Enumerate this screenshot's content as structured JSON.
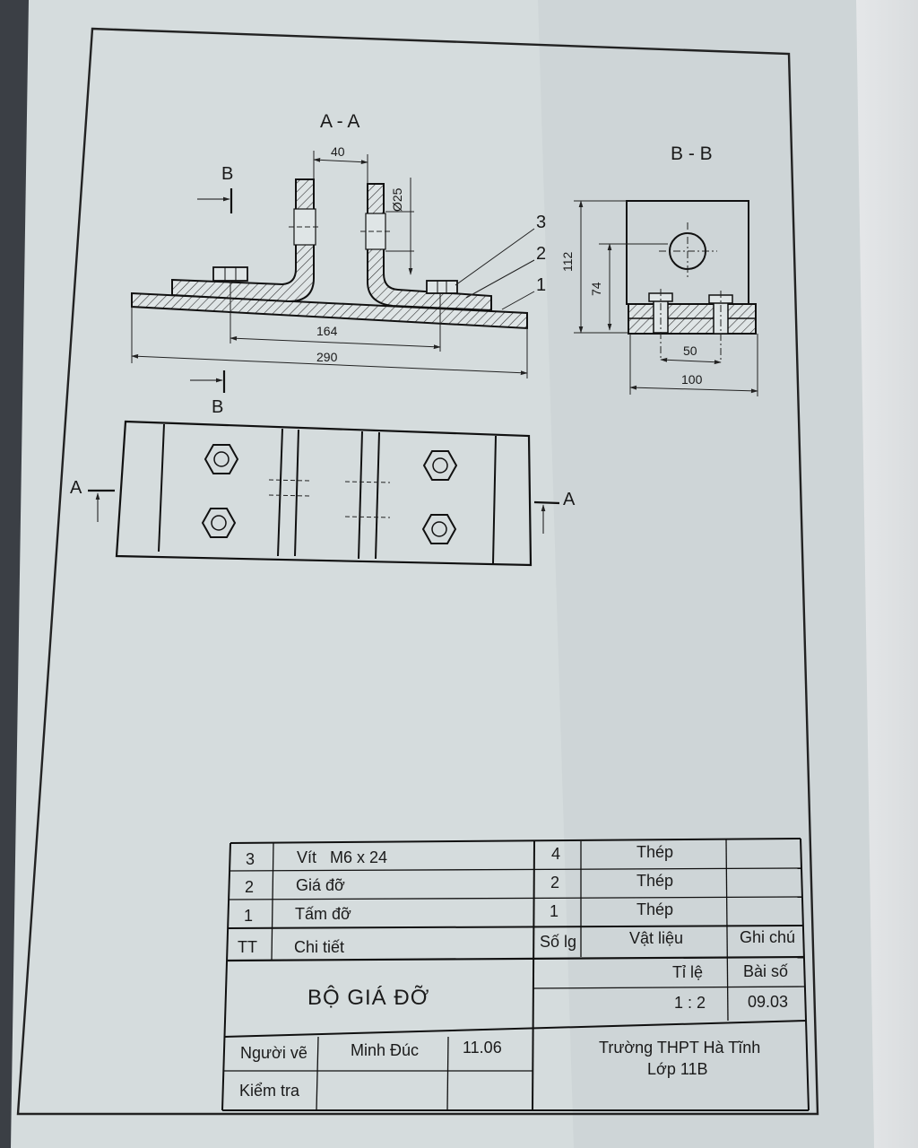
{
  "views": {
    "section_aa": "A - A",
    "section_bb": "B - B",
    "cut_label_b_top": "B",
    "cut_label_b_bottom": "B",
    "cut_label_a_left": "A",
    "cut_label_a_right": "A"
  },
  "dimensions": {
    "width_40": "40",
    "diameter_25": "Ø25",
    "length_164": "164",
    "length_290": "290",
    "height_112": "112",
    "height_74": "74",
    "width_50": "50",
    "width_100": "100"
  },
  "part_callouts": [
    "3",
    "2",
    "1"
  ],
  "parts_list": {
    "rows": [
      {
        "tt": "3",
        "name": "Vít   M6 x 24",
        "qty": "4",
        "material": "Thép",
        "note": ""
      },
      {
        "tt": "2",
        "name": "Giá đỡ",
        "qty": "2",
        "material": "Thép",
        "note": ""
      },
      {
        "tt": "1",
        "name": "Tấm đỡ",
        "qty": "1",
        "material": "Thép",
        "note": ""
      }
    ],
    "header": {
      "tt": "TT",
      "name": "Chi tiết",
      "qty": "Số lg",
      "material": "Vật liệu",
      "note": "Ghi chú"
    }
  },
  "title_block": {
    "title": "BỘ GIÁ ĐỠ",
    "scale_label": "Tỉ lệ",
    "scale_value": "1 : 2",
    "number_label": "Bài số",
    "number_value": "09.03",
    "drawer_label": "Người vẽ",
    "drawer_name": "Minh Đúc",
    "drawer_date": "11.06",
    "checker_label": "Kiểm tra",
    "school": "Trường THPT Hà Tĩnh",
    "class": "Lớp 11B"
  }
}
